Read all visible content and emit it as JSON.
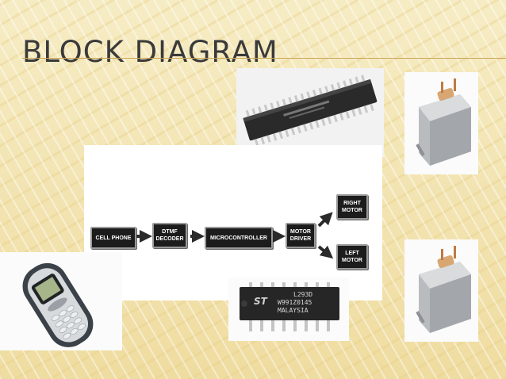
{
  "slide": {
    "title": "BLOCK DIAGRAM"
  },
  "diagram": {
    "blocks": [
      {
        "id": "cell-phone",
        "label": "CELL PHONE"
      },
      {
        "id": "dtmf-decoder",
        "label": "DTMF DECODER"
      },
      {
        "id": "microcontroller",
        "label": "MICROCONTROLLER"
      },
      {
        "id": "motor-driver",
        "label": "MOTOR DRIVER"
      },
      {
        "id": "right-motor",
        "label": "RIGHT MOTOR"
      },
      {
        "id": "left-motor",
        "label": "LEFT MOTOR"
      }
    ]
  },
  "photos": {
    "microcontroller_chip": "IC chip photo",
    "decoder_chip_text": [
      "L293D",
      "W991Z0145",
      "MALAYSIA"
    ]
  }
}
